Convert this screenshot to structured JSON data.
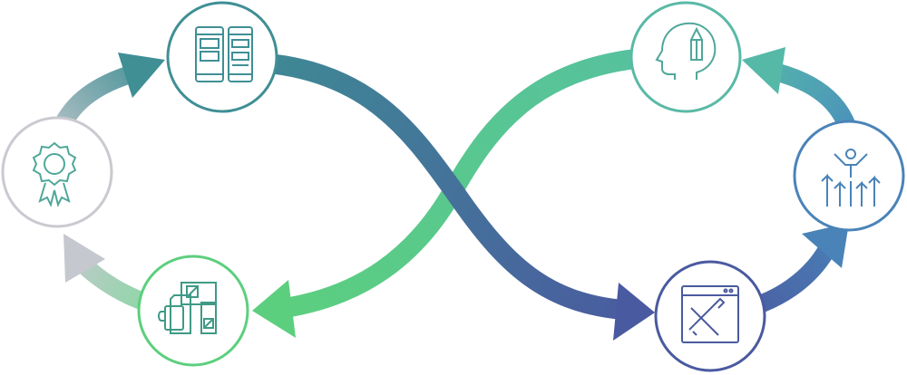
{
  "colors": {
    "background": "#ffffff",
    "blue": "#4a5aa0",
    "teal": "#3f8f95",
    "green": "#5ccf7e",
    "mint": "#5ab9a6",
    "gray": "#c6c8cf",
    "node_outline_gray": "#c9cad0"
  },
  "nodes": [
    {
      "id": "certificate",
      "icon": "award-ribbon-icon"
    },
    {
      "id": "design",
      "icon": "mobile-wireframe-icon"
    },
    {
      "id": "idea",
      "icon": "head-pencil-icon"
    },
    {
      "id": "growth",
      "icon": "person-arrows-up-icon"
    },
    {
      "id": "develop",
      "icon": "browser-tools-icon"
    },
    {
      "id": "brand",
      "icon": "stationery-mug-icon"
    }
  ],
  "flows": [
    {
      "from": "design",
      "to": "develop"
    },
    {
      "from": "develop",
      "to": "growth"
    },
    {
      "from": "growth",
      "to": "idea"
    },
    {
      "from": "idea",
      "to": "brand"
    },
    {
      "from": "brand",
      "to": "certificate"
    },
    {
      "from": "certificate",
      "to": "design"
    }
  ]
}
